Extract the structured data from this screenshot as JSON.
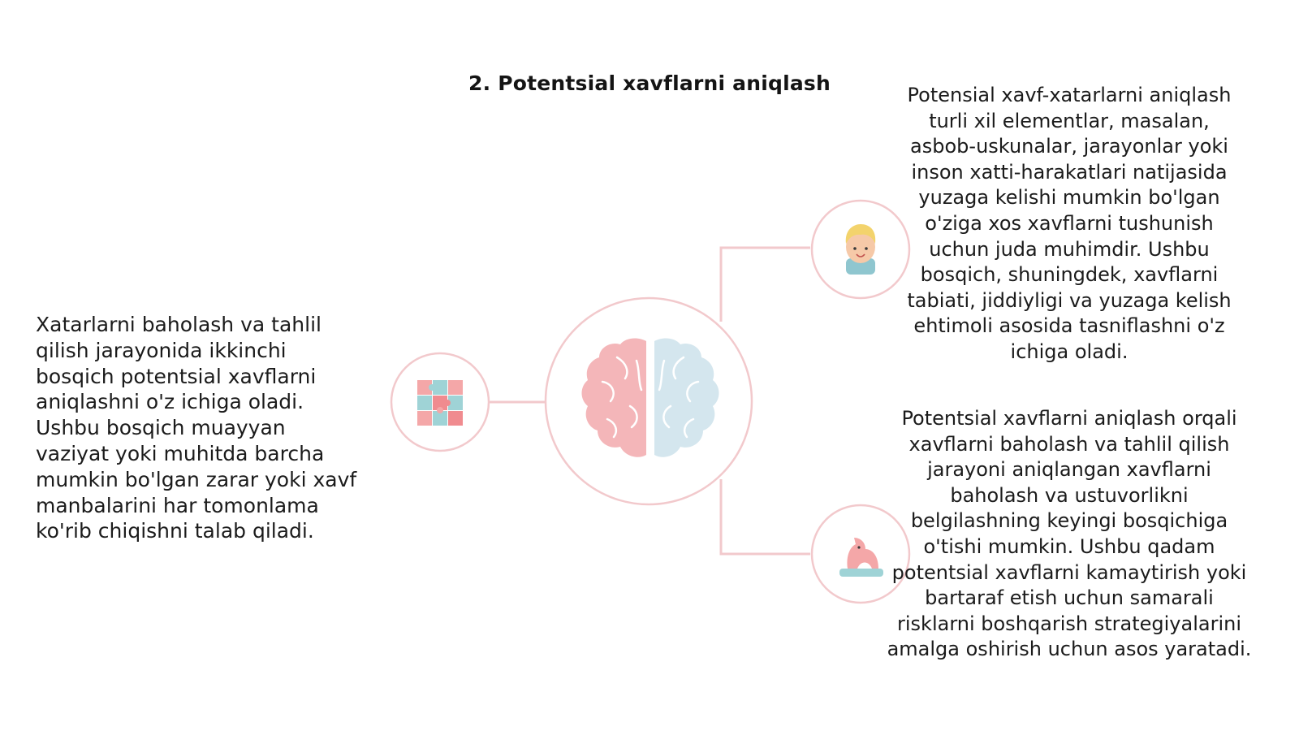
{
  "title": "2. Potentsial xavflarni aniqlash",
  "left_text": "Xatarlarni baholash va tahlil qilish jarayonida ikkinchi bosqich potentsial xavflarni aniqlashni o'z ichiga oladi. Ushbu bosqich muayyan vaziyat yoki muhitda barcha mumkin bo'lgan zarar yoki xavf manbalarini har tomonlama ko'rib chiqishni talab qiladi.",
  "right_top_text": "Potensial xavf-xatarlarni aniqlash turli xil elementlar, masalan, asbob-uskunalar, jarayonlar yoki inson xatti-harakatlari natijasida yuzaga kelishi mumkin bo'lgan o'ziga xos xavflarni tushunish uchun juda muhimdir. Ushbu bosqich, shuningdek, xavflarni tabiati, jiddiyligi va yuzaga kelish ehtimoli asosida tasniflashni o'z ichiga oladi.",
  "right_bottom_text": "Potentsial xavflarni aniqlash orqali xavflarni baholash va tahlil qilish jarayoni aniqlangan xavflarni baholash va ustuvorlikni belgilashning keyingi bosqichiga o'tishi mumkin. Ushbu qadam potentsial xavflarni kamaytirish yoki bartaraf etish uchun samarali risklarni boshqarish strategiyalarini amalga oshirish uchun asos yaratadi.",
  "icons": {
    "center": "brain-icon",
    "left": "puzzle-icon",
    "top_right": "child-icon",
    "bottom_right": "toy-horse-icon"
  },
  "colors": {
    "connector": "#f2c9cc",
    "brain_left": "#f4b6b9",
    "brain_right": "#d4e6ee"
  }
}
